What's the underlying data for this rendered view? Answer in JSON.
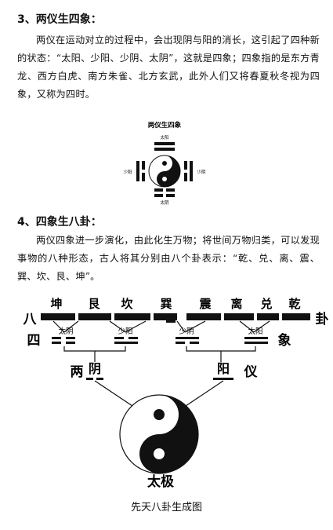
{
  "section3": {
    "heading": "3、两仪生四象：",
    "paragraph": "两仪在运动对立的过程中，会出现阴与阳的消长，这引起了四种新的状态：“太阳、少阳、少阴、太阴”，这就是四象；四象指的是东方青龙、西方白虎、南方朱雀、北方玄武，此外人们又将春夏秋冬视为四象，又称为四时。"
  },
  "figure1": {
    "title": "两仪生四象",
    "top": "太阳",
    "left": "少阳",
    "right": "少阴",
    "bottom": "太阴"
  },
  "section4": {
    "heading": "4、四象生八卦：",
    "paragraph": "两仪四象进一步演化，由此化生万物；将世间万物归类，可以发现事物的八种形态，古人将其分别由八个卦表示：“乾、兑、离、震、巽、坎、艮、坤”。"
  },
  "figure2": {
    "trigrams": [
      "坤",
      "艮",
      "坎",
      "巽",
      "震",
      "离",
      "兑",
      "乾"
    ],
    "side_left_top": "八",
    "side_right_top": "卦",
    "side_left_mid": "四",
    "side_right_mid": "象",
    "side_left_low": "两",
    "side_right_low": "仪",
    "xiang": [
      "太阴",
      "少阳",
      "少阴",
      "太阳"
    ],
    "yi": [
      "阴",
      "阳"
    ],
    "base": "太极",
    "caption": "先天八卦生成图"
  }
}
